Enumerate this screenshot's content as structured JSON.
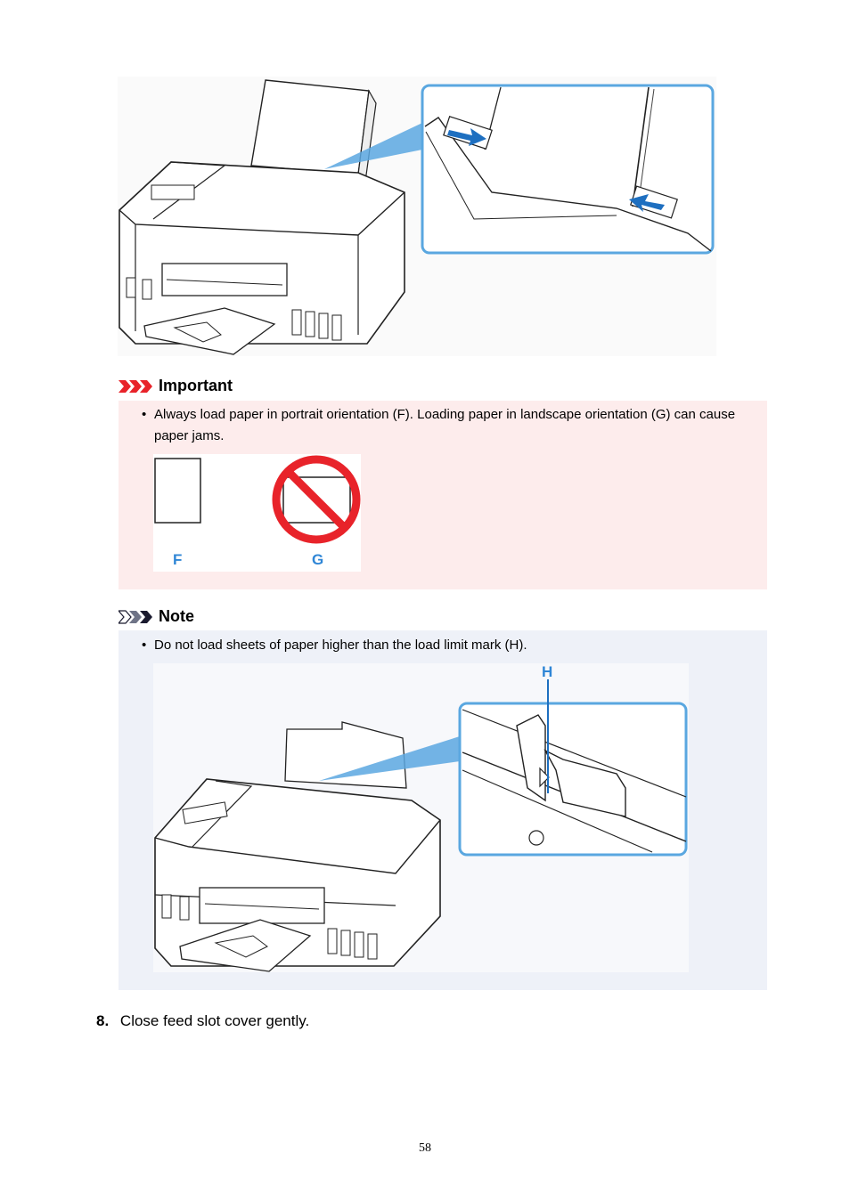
{
  "important": {
    "heading": "Important",
    "bullet": "Always load paper in portrait orientation (F). Loading paper in landscape orientation (G) can cause paper jams.",
    "label_f": "F",
    "label_g": "G",
    "accent_color": "#e8232a"
  },
  "note": {
    "heading": "Note",
    "bullet": "Do not load sheets of paper higher than the load limit mark (H).",
    "label_h": "H",
    "accent_color": "#1a1a2e"
  },
  "step": {
    "number": "8.",
    "text": "Close feed slot cover gently."
  },
  "page_number": "58",
  "colors": {
    "callout_blue": "#5aa7e0",
    "arrow_blue": "#1e6fc0",
    "label_blue": "#2f86d6",
    "important_bg": "#fdecec",
    "note_bg": "#eef1f8"
  }
}
